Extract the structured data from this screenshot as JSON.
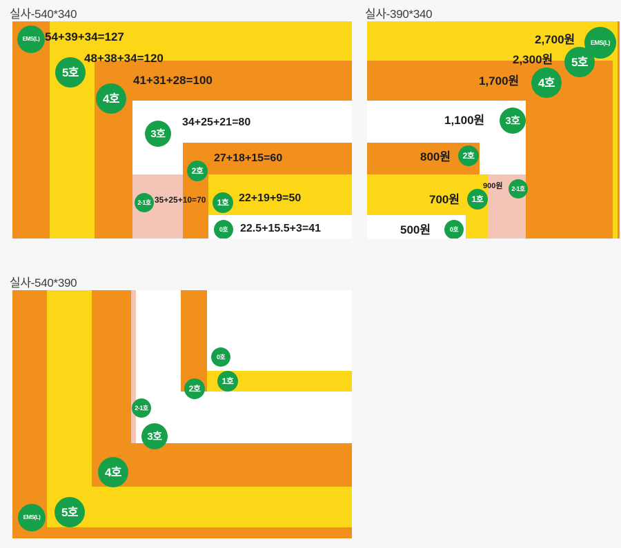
{
  "meta": {
    "background": "#f7f7f7",
    "palette": {
      "orange": "#f2901e",
      "yellow": "#fcd717",
      "white": "#ffffff",
      "pink": "#f4c4b6",
      "badge_green": "#16a04a",
      "text": "#1c1c1c",
      "title_text": "#3b3b3b"
    }
  },
  "panels": [
    {
      "id": "panel-540x340",
      "title": "실사-540*340",
      "badges": [
        {
          "name": "ems-l",
          "label": "EMS(L)"
        },
        {
          "name": "box-5",
          "label": "5호"
        },
        {
          "name": "box-4",
          "label": "4호"
        },
        {
          "name": "box-3",
          "label": "3호"
        },
        {
          "name": "box-2",
          "label": "2호"
        },
        {
          "name": "box-2-1",
          "label": "2-1호"
        },
        {
          "name": "box-1",
          "label": "1호"
        },
        {
          "name": "box-0",
          "label": "0호"
        }
      ],
      "values": [
        {
          "name": "value-ems-l",
          "text": "54+39+34=127"
        },
        {
          "name": "value-box-5",
          "text": "48+38+34=120"
        },
        {
          "name": "value-box-4",
          "text": "41+31+28=100"
        },
        {
          "name": "value-box-3",
          "text": "34+25+21=80"
        },
        {
          "name": "value-box-2",
          "text": "27+18+15=60"
        },
        {
          "name": "value-box-2-1",
          "text": "35+25+10=70"
        },
        {
          "name": "value-box-1",
          "text": "22+19+9=50"
        },
        {
          "name": "value-box-0",
          "text": "22.5+15.5+3=41"
        }
      ]
    },
    {
      "id": "panel-390x340",
      "title": "실사-390*340",
      "badges": [
        {
          "name": "ems-l",
          "label": "EMS(L)"
        },
        {
          "name": "box-5",
          "label": "5호"
        },
        {
          "name": "box-4",
          "label": "4호"
        },
        {
          "name": "box-3",
          "label": "3호"
        },
        {
          "name": "box-2",
          "label": "2호"
        },
        {
          "name": "box-2-1",
          "label": "2-1호"
        },
        {
          "name": "box-1",
          "label": "1호"
        },
        {
          "name": "box-0",
          "label": "0호"
        }
      ],
      "values": [
        {
          "name": "price-ems-l",
          "text": "2,700원"
        },
        {
          "name": "price-box-5",
          "text": "2,300원"
        },
        {
          "name": "price-box-4",
          "text": "1,700원"
        },
        {
          "name": "price-box-3",
          "text": "1,100원"
        },
        {
          "name": "price-box-2",
          "text": "800원"
        },
        {
          "name": "price-box-2-1",
          "text": "900원"
        },
        {
          "name": "price-box-1",
          "text": "700원"
        },
        {
          "name": "price-box-0",
          "text": "500원"
        }
      ]
    },
    {
      "id": "panel-540x390",
      "title": "실사-540*390",
      "badges": [
        {
          "name": "ems-l",
          "label": "EMS(L)"
        },
        {
          "name": "box-5",
          "label": "5호"
        },
        {
          "name": "box-4",
          "label": "4호"
        },
        {
          "name": "box-3",
          "label": "3호"
        },
        {
          "name": "box-2",
          "label": "2호"
        },
        {
          "name": "box-2-1",
          "label": "2-1호"
        },
        {
          "name": "box-1",
          "label": "1호"
        },
        {
          "name": "box-0",
          "label": "0호"
        }
      ],
      "values": []
    }
  ]
}
